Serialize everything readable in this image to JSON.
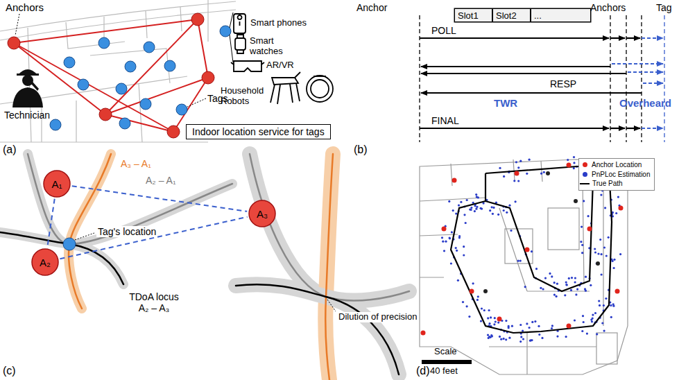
{
  "diagram": {
    "nodes": [
      {
        "text": [
          "Indoor location service for tags"
        ]
      },
      {
        "text": [
          "Slot1"
        ]
      },
      {
        "text": [
          "Slot2"
        ]
      },
      {
        "text": [
          "..."
        ]
      },
      {
        "text": [
          "A₁"
        ]
      },
      {
        "text": [
          "A₂"
        ]
      },
      {
        "text": [
          "A₃"
        ]
      }
    ],
    "edges": [
      {
        "from": 4,
        "to": 5,
        "arrow": "none"
      },
      {
        "from": 4,
        "to": 6,
        "arrow": "none"
      },
      {
        "from": 5,
        "to": 6,
        "arrow": "none"
      }
    ],
    "labels": [
      "Anchors",
      "Technician",
      "Tags",
      "Smart phones",
      "Smart watches",
      "AR/VR",
      "Household Robots",
      "(a)",
      "Anchor",
      "Anchors",
      "Tag",
      "POLL",
      "RESP",
      "TWR",
      "Overheard",
      "FINAL",
      "(b)",
      "A₃ – A₁",
      "A₂ – A₁",
      "Tag's location",
      "TDoA locus A₂ – A₃",
      "Dilution of precision",
      "(c)",
      "Scale",
      "40 feet",
      "(d)"
    ],
    "legend": [
      {
        "text": "Anchor Location",
        "color": "#e0241c"
      },
      {
        "text": "PnPLoc Estimation",
        "color": "#2a3cc8"
      },
      {
        "text": "True Path"
      }
    ]
  }
}
